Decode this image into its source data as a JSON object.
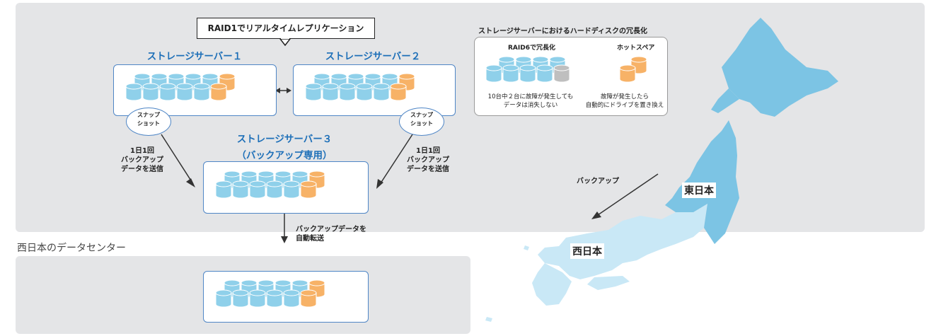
{
  "callout": "RAID1でリアルタイムレプリケーション",
  "server1": "ストレージサーバー１",
  "server2": "ストレージサーバー２",
  "server3_line1": "ストレージサーバー３",
  "server3_line2": "（バックアップ専用）",
  "snapshot_line1": "スナップ",
  "snapshot_line2": "ショット",
  "daily_line1": "1日1回",
  "daily_line2": "バックアップ",
  "daily_line3": "データを送信",
  "transfer_line1": "バックアップデータを",
  "transfer_line2": "自動転送",
  "west_dc_title": "西日本のデータセンター",
  "hdd": {
    "title": "ストレージサーバーにおけるハードディスクの冗長化",
    "raid6": "RAID6で冗長化",
    "hotspare": "ホットスペア",
    "note1_line1": "10台中２台に故障が発生しても",
    "note1_line2": "データは消失しない",
    "note2_line1": "故障が発生したら",
    "note2_line2": "自動的にドライブを置き換え"
  },
  "map": {
    "backup": "バックアップ",
    "east": "東日本",
    "west": "西日本"
  },
  "colors": {
    "disk_blue": "#8fd0ea",
    "disk_orange": "#f7b267",
    "disk_gray": "#bfbfbf",
    "east": "#7cc4e4",
    "west": "#c9e8f6",
    "accent": "#1d6fb8"
  }
}
